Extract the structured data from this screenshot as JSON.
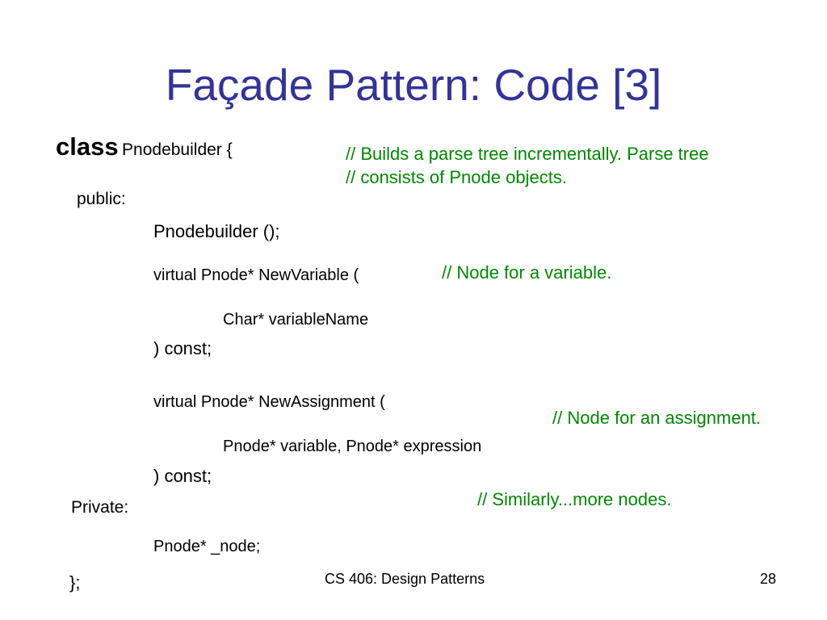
{
  "slide": {
    "title": "Façade Pattern: Code [3]",
    "code": {
      "class_keyword": "class",
      "class_decl": "Pnodebuilder {",
      "public_label": "public:",
      "constructor": "Pnodebuilder ();",
      "new_variable_decl": "virtual Pnode* NewVariable (",
      "new_variable_param": "Char* variableName",
      "new_variable_close": ") const;",
      "new_assignment_decl": "virtual Pnode* NewAssignment (",
      "new_assignment_params": "Pnode* variable, Pnode* expression",
      "new_assignment_close": ") const;",
      "private_label": "Private:",
      "private_member": "Pnode* _node;",
      "class_end": "};"
    },
    "comments": {
      "class_line1": "// Builds a parse tree incrementally. Parse tree",
      "class_line2": "// consists of Pnode objects.",
      "variable": "// Node for a variable.",
      "assignment": "// Node for an assignment.",
      "more": "// Similarly...more nodes."
    },
    "footer": {
      "course": "CS 406: Design Patterns",
      "page_number": "28"
    },
    "colors": {
      "title": "#333399",
      "comment": "#008800",
      "text": "#000000"
    }
  }
}
